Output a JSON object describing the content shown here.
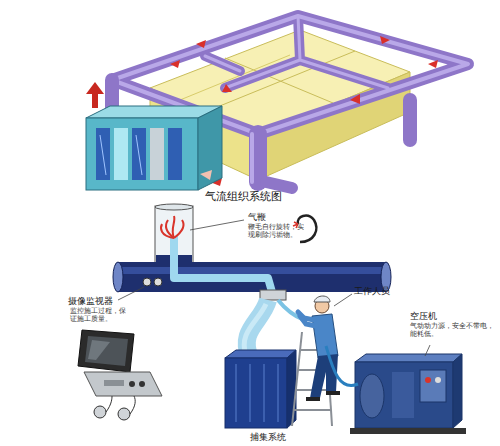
{
  "diagram": {
    "caption": "气流组织系统图",
    "labels": [
      "气鞭",
      "鞭毛自行旋转，实现刷除污垢物。",
      "摄像监视器",
      "监控施工过程，保证施工质量。",
      "工作人员",
      "空压机",
      "气动动力源，安全不带电，能耗低。",
      "捕集系统"
    ]
  }
}
